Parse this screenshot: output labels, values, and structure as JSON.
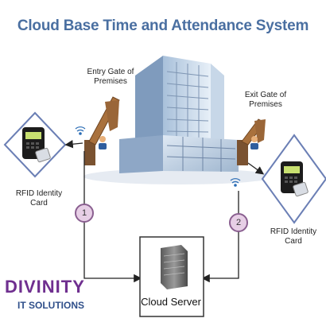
{
  "title": "Cloud Base Time and Attendance System",
  "entry_gate_label": "Entry  Gate of Premises",
  "exit_gate_label": "Exit Gate of Premises",
  "rfid_left_label": "RFID Identity Card",
  "rfid_right_label": "RFID Identity Card",
  "step_1": "1",
  "step_2": "2",
  "server_label": "Cloud Server",
  "brand_name": "DIVINITY",
  "brand_sub": "IT SOLUTIONS",
  "colors": {
    "title": "#4a6fa1",
    "diamond_border": "#6b7fb5",
    "step_circle": "#e7cfe6",
    "step_border": "#8a5f90",
    "brand_purple": "#6f2f8f",
    "brand_blue": "#2f4f8a"
  }
}
